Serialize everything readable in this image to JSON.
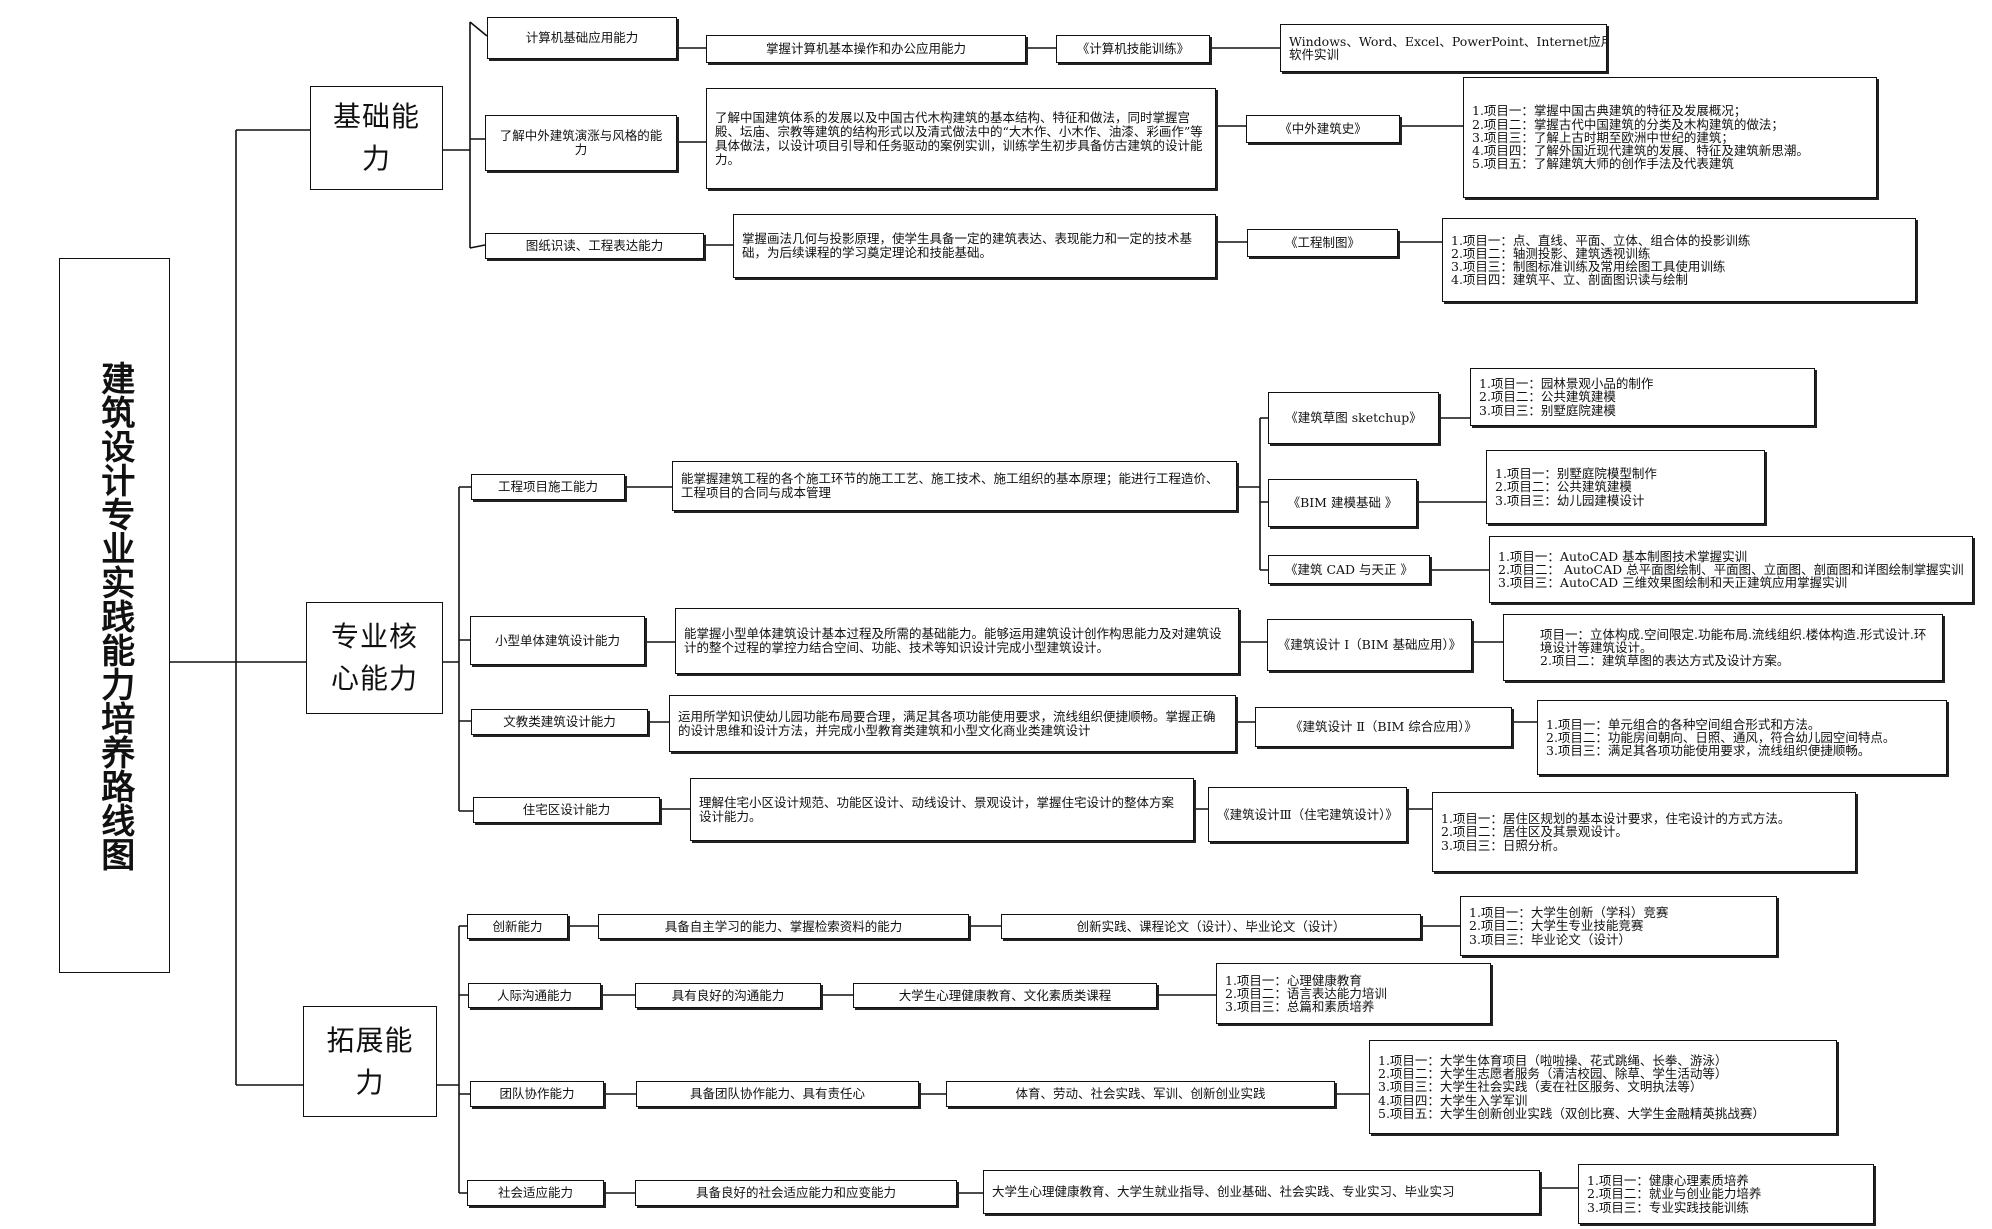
{
  "title": "建筑设计专业实践能力培养路线图",
  "groups": {
    "basic": "基础能力",
    "core": "专业核心能力",
    "ext": "拓展能力"
  },
  "basic": {
    "abilities": [
      "计算机基础应用能力",
      "了解中外建筑演涨与风格的能力",
      "图纸识读、工程表达能力"
    ],
    "desc": [
      "掌握计算机基本操作和办公应用能力",
      "了解中国建筑体系的发展以及中国古代木构建筑的基本结构、特征和做法，同时掌握宫殿、坛庙、宗教等建筑的结构形式以及清式做法中的“大木作、小木作、油漆、彩画作”等具体做法，以设计项目引导和任务驱动的案例实训，训练学生初步具备仿古建筑的设计能力。",
      "掌握画法几何与投影原理，使学生具备一定的建筑表达、表现能力和一定的技术基础，为后续课程的学习奠定理论和技能基础。"
    ],
    "courses": [
      "《计算机技能训练》",
      "《中外建筑史》",
      "《工程制图》"
    ],
    "projects": [
      [
        "Windows、Word、Excel、PowerPoint、Internet应用",
        "软件实训"
      ],
      [
        "1.项目一：掌握中国古典建筑的特征及发展概况；",
        "2.项目二：掌握古代中国建筑的分类及木构建筑的做法；",
        "3.项目三：了解上古时期至欧洲中世纪的建筑；",
        "4.项目四：了解外国近现代建筑的发展、特征及建筑新思潮。",
        "5.项目五：了解建筑大师的创作手法及代表建筑"
      ],
      [
        "1.项目一：点、直线、平面、立体、组合体的投影训练",
        "2.项目二：轴测投影、建筑透视训练",
        "3.项目三：制图标准训练及常用绘图工具使用训练",
        "4.项目四：建筑平、立、剖面图识读与绘制"
      ]
    ]
  },
  "core": {
    "abilities": [
      "工程项目施工能力",
      "小型单体建筑设计能力",
      "文教类建筑设计能力",
      "住宅区设计能力"
    ],
    "desc": [
      "能掌握建筑工程的各个施工环节的施工工艺、施工技术、施工组织的基本原理；能进行工程造价、工程项目的合同与成本管理",
      "能掌握小型单体建筑设计基本过程及所需的基础能力。能够运用建筑设计创作构思能力及对建筑设计的整个过程的掌控力结合空间、功能、技术等知识设计完成小型建筑设计。",
      "运用所学知识使幼儿园功能布局要合理，满足其各项功能使用要求，流线组织便捷顺畅。掌握正确的设计思维和设计方法，并完成小型教育类建筑和小型文化商业类建筑设计",
      "理解住宅小区设计规范、功能区设计、动线设计、景观设计，掌握住宅设计的整体方案设计能力。"
    ],
    "courses": [
      "《建筑草图 sketchup》",
      "《BIM 建模基础 》",
      "《建筑 CAD 与天正 》",
      "《建筑设计 Ⅰ（BIM 基础应用）》",
      "《建筑设计 Ⅱ（BIM 综合应用）》",
      "《建筑设计Ⅲ（住宅建筑设计）》"
    ],
    "projects": [
      [
        "1.项目一：园林景观小品的制作",
        "2.项目二：公共建筑建模",
        "3.项目三：别墅庭院建模"
      ],
      [
        "1.项目一：别墅庭院模型制作",
        "2.项目二：公共建筑建模",
        "3.项目三：幼儿园建模设计"
      ],
      [
        "1.项目一：AutoCAD 基本制图技术掌握实训",
        "2.项目二： AutoCAD 总平面图绘制、平面图、立面图、剖面图和详图绘制掌握实训",
        "3.项目三：AutoCAD 三维效果图绘制和天正建筑应用掌握实训"
      ],
      [
        "项目一：立体构成.空间限定.功能布局.流线组织.楼体构造.形式设计.环境设计等建筑设计。",
        "2.项目二：建筑草图的表达方式及设计方案。"
      ],
      [
        "1.项目一：单元组合的各种空间组合形式和方法。",
        "2.项目二：功能房间朝向、日照、通风，符合幼儿园空间特点。",
        "3.项目三：满足其各项功能使用要求，流线组织便捷顺畅。"
      ],
      [
        "1.项目一：居住区规划的基本设计要求，住宅设计的方式方法。",
        "2.项目二：居住区及其景观设计。",
        "3.项目三：日照分析。"
      ]
    ]
  },
  "ext": {
    "abilities": [
      "创新能力",
      "人际沟通能力",
      "团队协作能力",
      "社会适应能力"
    ],
    "desc": [
      "具备自主学习的能力、掌握检索资料的能力",
      "具有良好的沟通能力",
      "具备团队协作能力、具有责任心",
      "具备良好的社会适应能力和应变能力"
    ],
    "courses": [
      "创新实践、课程论文（设计）、毕业论文（设计）",
      "大学生心理健康教育、文化素质类课程",
      "体育、劳动、社会实践、军训、创新创业实践",
      "大学生心理健康教育、大学生就业指导、创业基础、社会实践、专业实习、毕业实习"
    ],
    "projects": [
      [
        "1.项目一：大学生创新（学科）竞赛",
        "2.项目二：大学生专业技能竞赛",
        "3.项目三：毕业论文（设计）"
      ],
      [
        "1.项目一：心理健康教育",
        "2.项目二：语言表达能力培训",
        "3.项目三：总篇和素质培养"
      ],
      [
        "1.项目一：大学生体育项目（啦啦操、花式跳绳、长拳、游泳）",
        "2.项目二：大学生志愿者服务（清洁校园、除草、学生活动等）",
        "3.项目三：大学生社会实践（麦在社区服务、文明执法等）",
        "4.项目四：大学生入学军训",
        "5.项目五：大学生创新创业实践（双创比赛、大学生金融精英挑战赛）"
      ],
      [
        "1.项目一：健康心理素质培养",
        "2.项目二：就业与创业能力培养",
        "3.项目三：专业实践技能训练"
      ]
    ]
  }
}
